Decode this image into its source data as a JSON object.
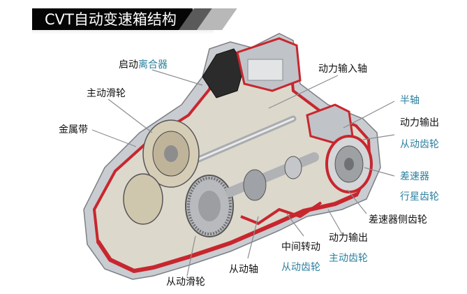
{
  "title": "CVT自动变速箱结构",
  "colors": {
    "label_black": "#111111",
    "label_blue": "#2b7f9e",
    "housing_red": "#c8262e",
    "housing_gray": "#b9bcc0",
    "banner": "#050505"
  },
  "labels": {
    "start_clutch": {
      "part1": "启动",
      "part2": "离合器"
    },
    "drive_pulley": "主动滑轮",
    "metal_belt": "金属带",
    "input_shaft": "动力输入轴",
    "half_shaft": "半轴",
    "output_driven_gear": {
      "line1": "动力输出",
      "line2": "从动齿轮"
    },
    "differential_planet": {
      "line1": "差速器",
      "line2": "行星齿轮"
    },
    "differential_side_gear": "差速器侧齿轮",
    "output_drive_gear": {
      "line1": "动力输出",
      "line2": "主动齿轮"
    },
    "intermediate_driven_gear": {
      "line1": "中间转动",
      "line2": "从动齿轮"
    },
    "driven_shaft": "从动轴",
    "driven_pulley": "从动滑轮"
  }
}
